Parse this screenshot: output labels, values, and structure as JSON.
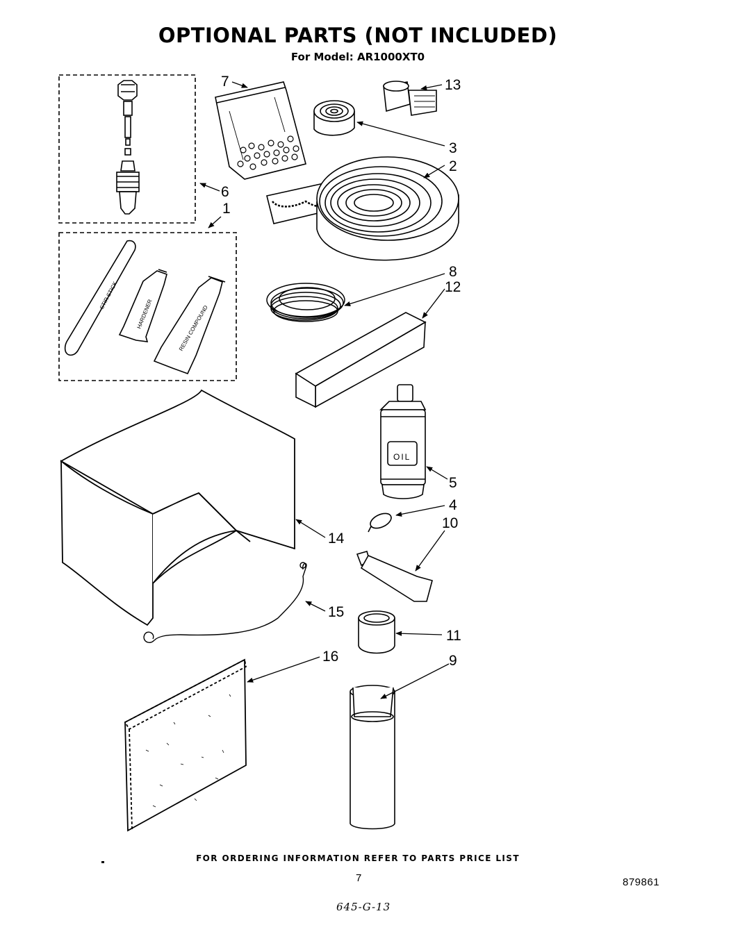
{
  "header": {
    "title": "OPTIONAL PARTS (NOT INCLUDED)",
    "subtitle": "For Model: AR1000XT0"
  },
  "parts": [
    {
      "id": "part-1",
      "callout": "1"
    },
    {
      "id": "part-2",
      "callout": "2"
    },
    {
      "id": "part-3",
      "callout": "3"
    },
    {
      "id": "part-4",
      "callout": "4"
    },
    {
      "id": "part-5",
      "callout": "5"
    },
    {
      "id": "part-6",
      "callout": "6"
    },
    {
      "id": "part-7",
      "callout": "7"
    },
    {
      "id": "part-8",
      "callout": "8"
    },
    {
      "id": "part-9",
      "callout": "9"
    },
    {
      "id": "part-10",
      "callout": "10"
    },
    {
      "id": "part-11",
      "callout": "11"
    },
    {
      "id": "part-12",
      "callout": "12"
    },
    {
      "id": "part-13",
      "callout": "13"
    },
    {
      "id": "part-14",
      "callout": "14"
    },
    {
      "id": "part-15",
      "callout": "15"
    },
    {
      "id": "part-16",
      "callout": "16"
    }
  ],
  "item_labels": {
    "stir_stick": "STIR STICK",
    "hardener": "HARDENER",
    "resin_compound": "RESIN COMPOUND",
    "oil": "OIL"
  },
  "footer": {
    "note": "FOR ORDERING INFORMATION REFER TO PARTS PRICE LIST",
    "page_number": "7",
    "doc_number": "879861",
    "handwritten": "645-G-13"
  }
}
